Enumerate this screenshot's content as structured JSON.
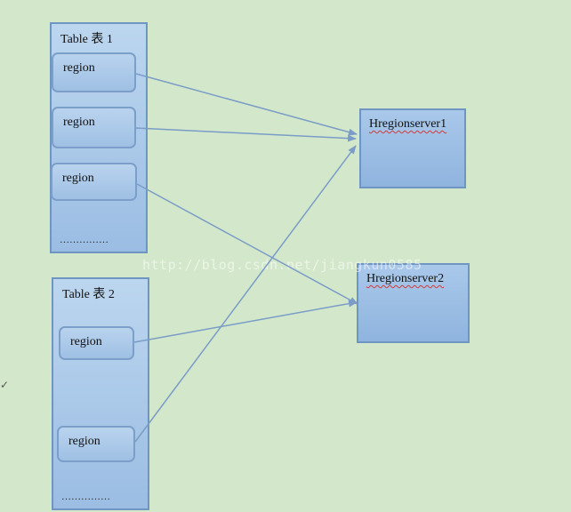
{
  "tables": [
    {
      "title": "Table 表 1",
      "regions": [
        "region",
        "region",
        "region"
      ],
      "ellipsis": "……………"
    },
    {
      "title": "Table 表 2",
      "regions": [
        "region",
        "region"
      ],
      "ellipsis": "……………"
    }
  ],
  "servers": [
    {
      "name": "Hregionserver1"
    },
    {
      "name": "Hregionserver2"
    }
  ],
  "watermark": "http://blog.csdn.net/jiangkun0585",
  "edges": [
    {
      "from": "table1.region1",
      "to": "server1"
    },
    {
      "from": "table1.region2",
      "to": "server1"
    },
    {
      "from": "table1.region3",
      "to": "server2"
    },
    {
      "from": "table2.region1",
      "to": "server2"
    },
    {
      "from": "table2.region2",
      "to": "server1"
    }
  ],
  "colors": {
    "background": "#d3e8cb",
    "box_fill": "#a9c8ea",
    "box_border": "#6f95c2",
    "arrow": "#7a9cc6",
    "spellcheck_underline": "#d23a3a"
  }
}
